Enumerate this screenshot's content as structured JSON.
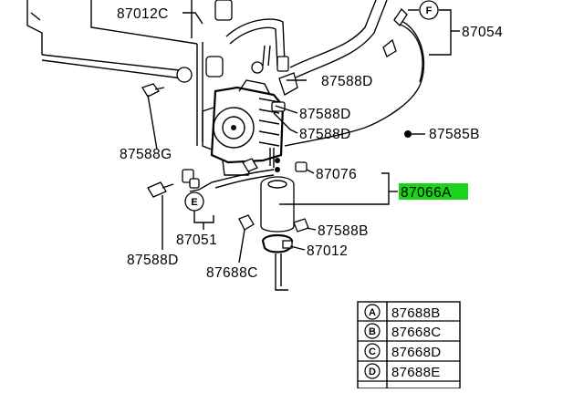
{
  "diagram": {
    "highlight_color": "#19d419",
    "labels": [
      "87012C",
      "87054",
      "87588D",
      "87588D",
      "87588D",
      "87585B",
      "87588G",
      "87076",
      "87066A",
      "87051",
      "87588B",
      "87012",
      "87588D",
      "87688C"
    ],
    "circle_letters": [
      "F",
      "E"
    ],
    "legend": [
      {
        "symbol": "A",
        "part": "87688B"
      },
      {
        "symbol": "B",
        "part": "87668C"
      },
      {
        "symbol": "C",
        "part": "87668D"
      },
      {
        "symbol": "D",
        "part": "87688E"
      }
    ]
  }
}
